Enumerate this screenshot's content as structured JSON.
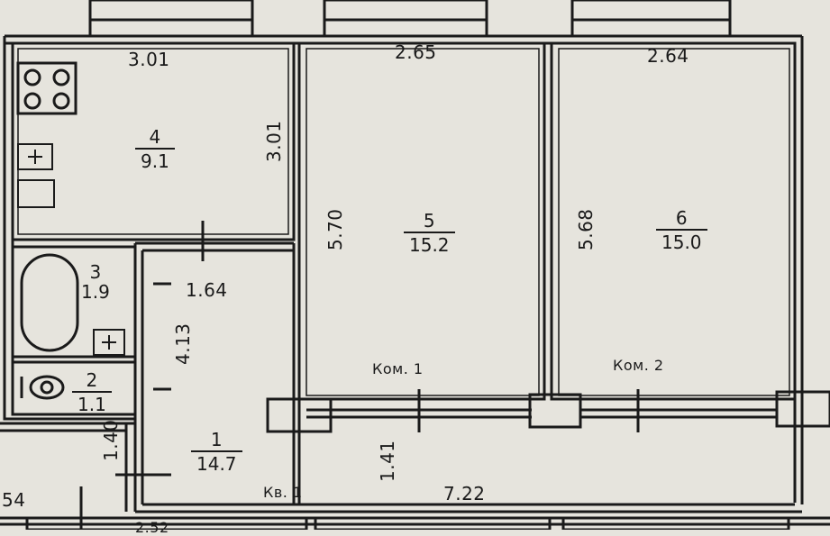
{
  "rooms": [
    {
      "number": "4",
      "area": "9.1",
      "width": "3.01",
      "height": "3.01"
    },
    {
      "number": "5",
      "area": "15.2",
      "width": "2.65",
      "height": "5.70",
      "name": "Ком. 1"
    },
    {
      "number": "6",
      "area": "15.0",
      "width": "2.64",
      "height": "5.68",
      "name": "Ком. 2"
    },
    {
      "number": "3",
      "area": "1.9"
    },
    {
      "number": "2",
      "area": "1.1"
    },
    {
      "number": "1",
      "area": "14.7",
      "width": "1.64",
      "height": "4.13",
      "extra_height": "1.40",
      "extra": "1.41",
      "length": "7.22"
    }
  ],
  "apartment": {
    "label": "Кв. 1"
  },
  "edge_labels": {
    "left_partial": "54",
    "bottom_partial": "2.52"
  }
}
